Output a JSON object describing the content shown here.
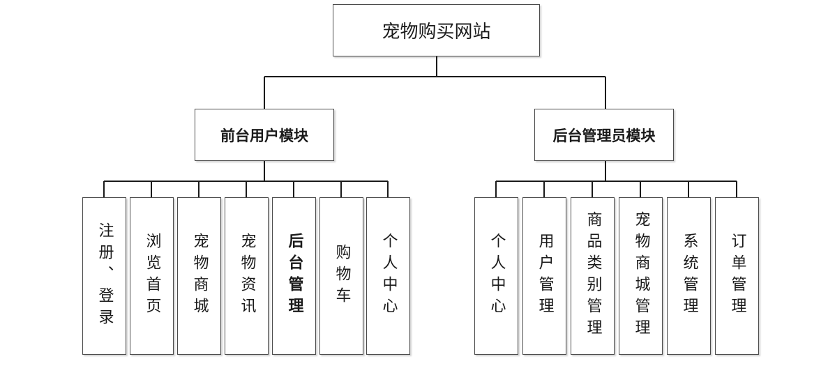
{
  "root": {
    "label": "宠物购买网站"
  },
  "modules": [
    {
      "label": "前台用户模块",
      "children": [
        "注册、登录",
        "浏览首页",
        "宠物商城",
        "宠物资讯",
        "后台管理",
        "购物车",
        "个人中心"
      ]
    },
    {
      "label": "后台管理员模块",
      "children": [
        "个人中心",
        "用户管理",
        "商品类别管理",
        "宠物商城管理",
        "系统管理",
        "订单管理"
      ]
    }
  ]
}
